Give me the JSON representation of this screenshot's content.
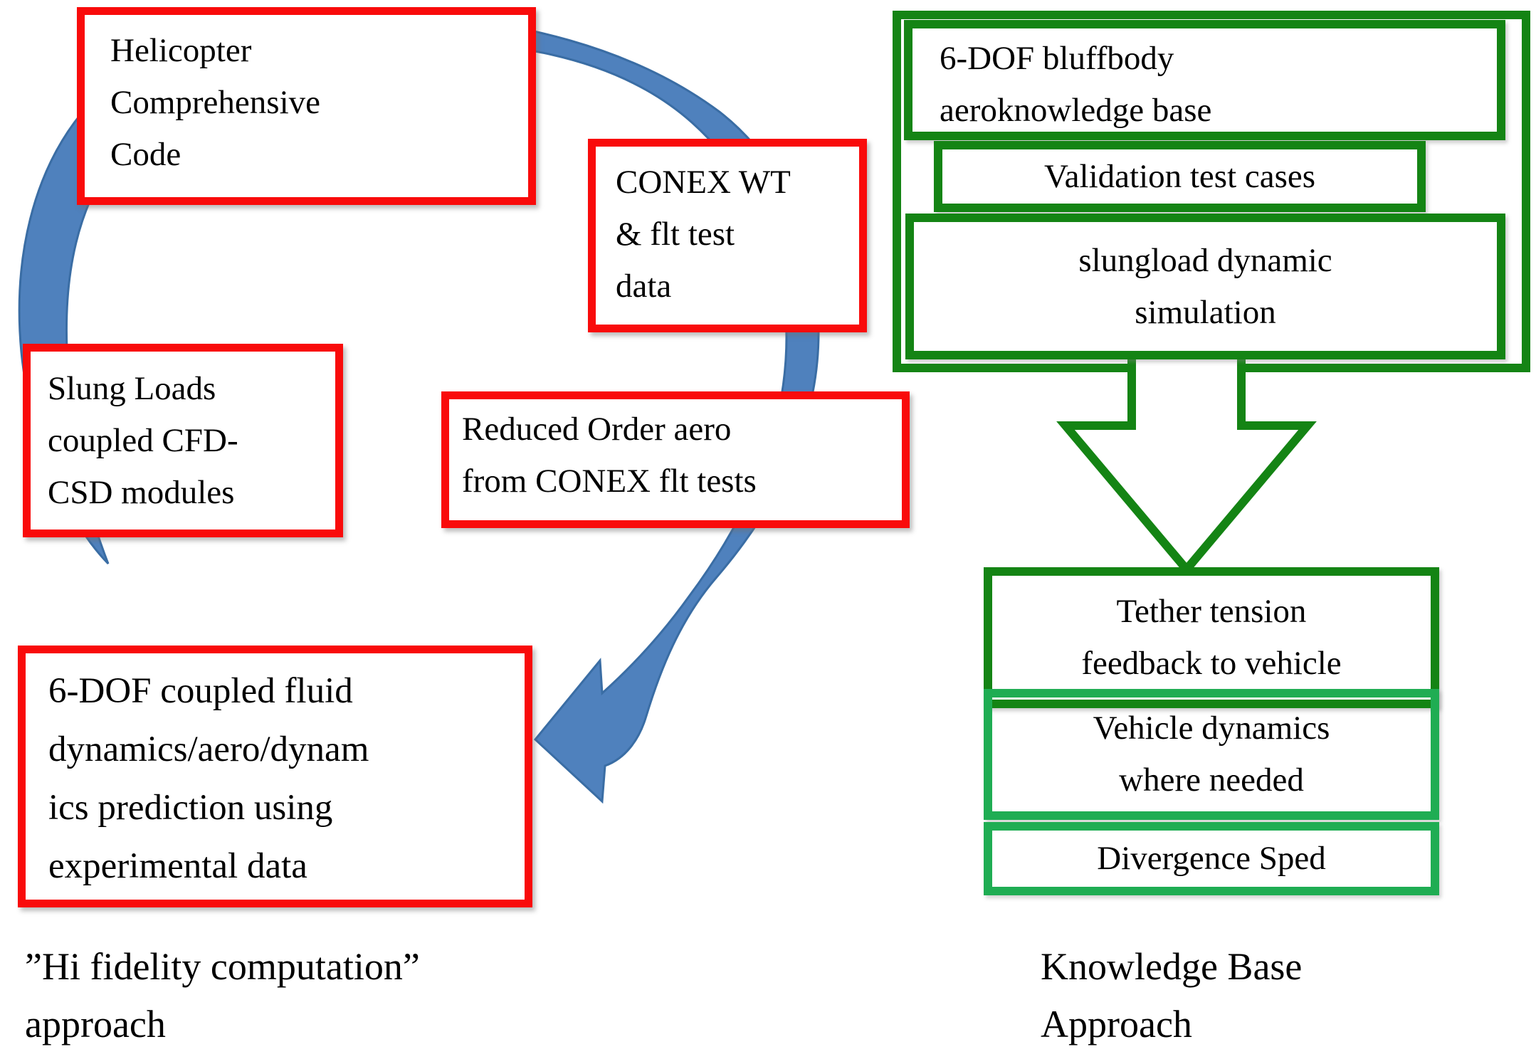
{
  "colors": {
    "red_border": "#F90B0B",
    "green_dark": "#148414",
    "green_light": "#1FAD53",
    "blue_arrow_fill": "#4F81BD",
    "blue_arrow_stroke": "#3A6DA4",
    "text": "#000000",
    "background": "#FFFFFF"
  },
  "left_column": {
    "helicopter_box": {
      "lines": [
        "Helicopter",
        "Comprehensive",
        "Code"
      ]
    },
    "slung_box": {
      "lines": [
        "Slung Loads",
        "coupled CFD-",
        "CSD modules"
      ]
    },
    "conex_box": {
      "lines": [
        "CONEX WT",
        "& flt test",
        "data"
      ]
    },
    "reduced_box": {
      "lines": [
        "Reduced Order aero",
        "from CONEX flt tests"
      ]
    },
    "sixdof_box": {
      "lines": [
        "6-DOF coupled fluid",
        "dynamics/aero/dynam",
        "ics prediction using",
        "experimental data"
      ]
    },
    "caption": {
      "lines": [
        "”Hi fidelity computation”",
        "approach"
      ]
    }
  },
  "right_column": {
    "bluffbody_box": {
      "lines": [
        "6-DOF bluffbody",
        "aeroknowledge base"
      ]
    },
    "validation_box": {
      "lines": [
        "Validation test cases"
      ]
    },
    "slungload_box": {
      "lines": [
        "slungload dynamic",
        "simulation"
      ]
    },
    "tether_box": {
      "lines": [
        "Tether tension",
        "feedback to vehicle"
      ]
    },
    "vehicle_box": {
      "lines": [
        "Vehicle dynamics",
        "where needed"
      ]
    },
    "divergence_box": {
      "lines": [
        "Divergence Sped"
      ]
    },
    "caption": {
      "lines": [
        "Knowledge Base",
        "Approach"
      ]
    }
  }
}
